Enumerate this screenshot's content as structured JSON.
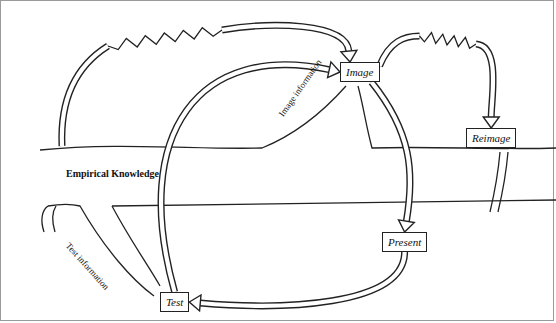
{
  "diagram": {
    "nodes": [
      {
        "text": [
          "Image"
        ]
      },
      {
        "text": [
          "Reimage"
        ]
      },
      {
        "text": [
          "Present"
        ]
      },
      {
        "text": [
          "Test"
        ]
      }
    ],
    "edges": [
      {
        "from": 0,
        "to": 2,
        "arrow": "to"
      },
      {
        "from": 2,
        "to": 3,
        "arrow": "to"
      },
      {
        "from": 3,
        "to": 0,
        "arrow": "to"
      },
      {
        "from": 0,
        "to": 1,
        "arrow": "to"
      }
    ],
    "labels": [
      "Empirical Knowledge",
      "Image information",
      "Test information"
    ]
  }
}
